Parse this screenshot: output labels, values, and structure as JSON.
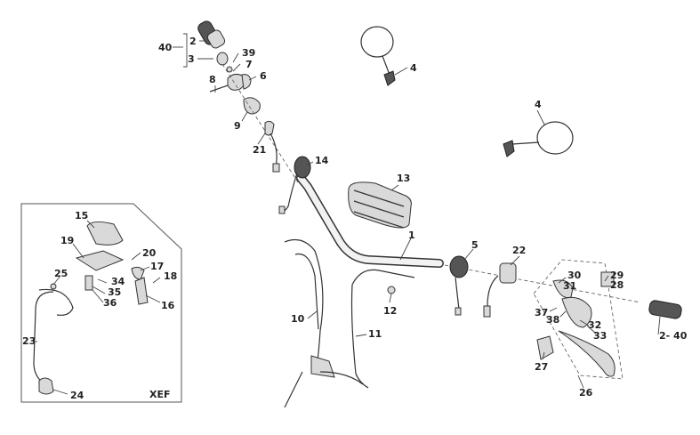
{
  "labels": {
    "l1": "1",
    "l2": "2",
    "l3": "3",
    "l4a": "4",
    "l4b": "4",
    "l5": "5",
    "l6": "6",
    "l7": "7",
    "l8": "8",
    "l9": "9",
    "l10": "10",
    "l11": "11",
    "l12": "12",
    "l13": "13",
    "l14": "14",
    "l15": "15",
    "l16": "16",
    "l17": "17",
    "l18": "18",
    "l19": "19",
    "l20": "20",
    "l21": "21",
    "l22": "22",
    "l23": "23",
    "l24": "24",
    "l25": "25",
    "l26": "26",
    "l27": "27",
    "l28": "28",
    "l29": "29",
    "l30": "30",
    "l31": "31",
    "l32": "32",
    "l33": "33",
    "l34": "34",
    "l35": "35",
    "l36": "36",
    "l37": "37",
    "l38": "38",
    "l39": "39",
    "l40": "40",
    "l240": "2- 40"
  },
  "inset": {
    "variant_code": "XEF"
  }
}
